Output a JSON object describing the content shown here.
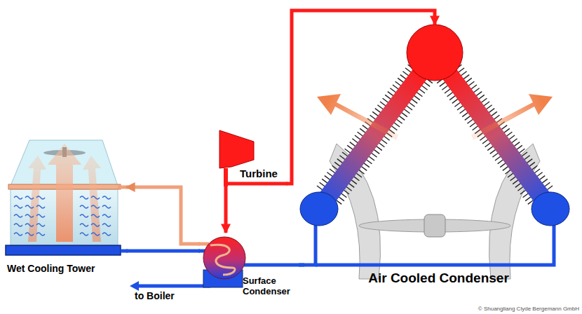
{
  "diagram": {
    "nodes": [
      {
        "text": [
          "Turbine"
        ]
      },
      {
        "text": [
          "Wet Cooling Tower"
        ]
      },
      {
        "text": [
          "Surface Condenser"
        ]
      },
      {
        "text": [
          "Air Cooled Condenser"
        ]
      }
    ],
    "edges": [
      {
        "from": 0,
        "to": 2,
        "arrow": "to"
      },
      {
        "from": 0,
        "to": 3,
        "arrow": "to"
      },
      {
        "from": 2,
        "to": 1,
        "arrow": "to"
      },
      {
        "from": 1,
        "to": 2,
        "arrow": "none"
      },
      {
        "from": 3,
        "to": 2,
        "arrow": "none"
      }
    ],
    "labels": [
      "to Boiler",
      "© Shuangliang Clyde Bergemann GmbH"
    ]
  }
}
